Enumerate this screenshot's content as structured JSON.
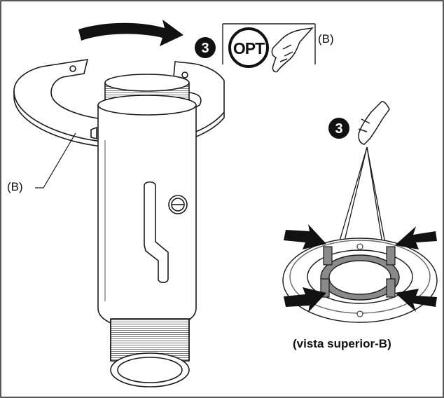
{
  "labels": {
    "b_left": "(B)",
    "b_top": "(B)",
    "step_number_top": "3",
    "step_number_right": "3",
    "opt_badge": "OPT",
    "caption": "(vista superior-B)"
  },
  "colors": {
    "line": "#1a1a1a",
    "badge": "#111111",
    "ring_fill": "#8a8a8a",
    "arrow": "#111111"
  },
  "icons": [
    "rotate-arrow-icon",
    "hand-pinch-icon",
    "press-arrow-icon"
  ]
}
